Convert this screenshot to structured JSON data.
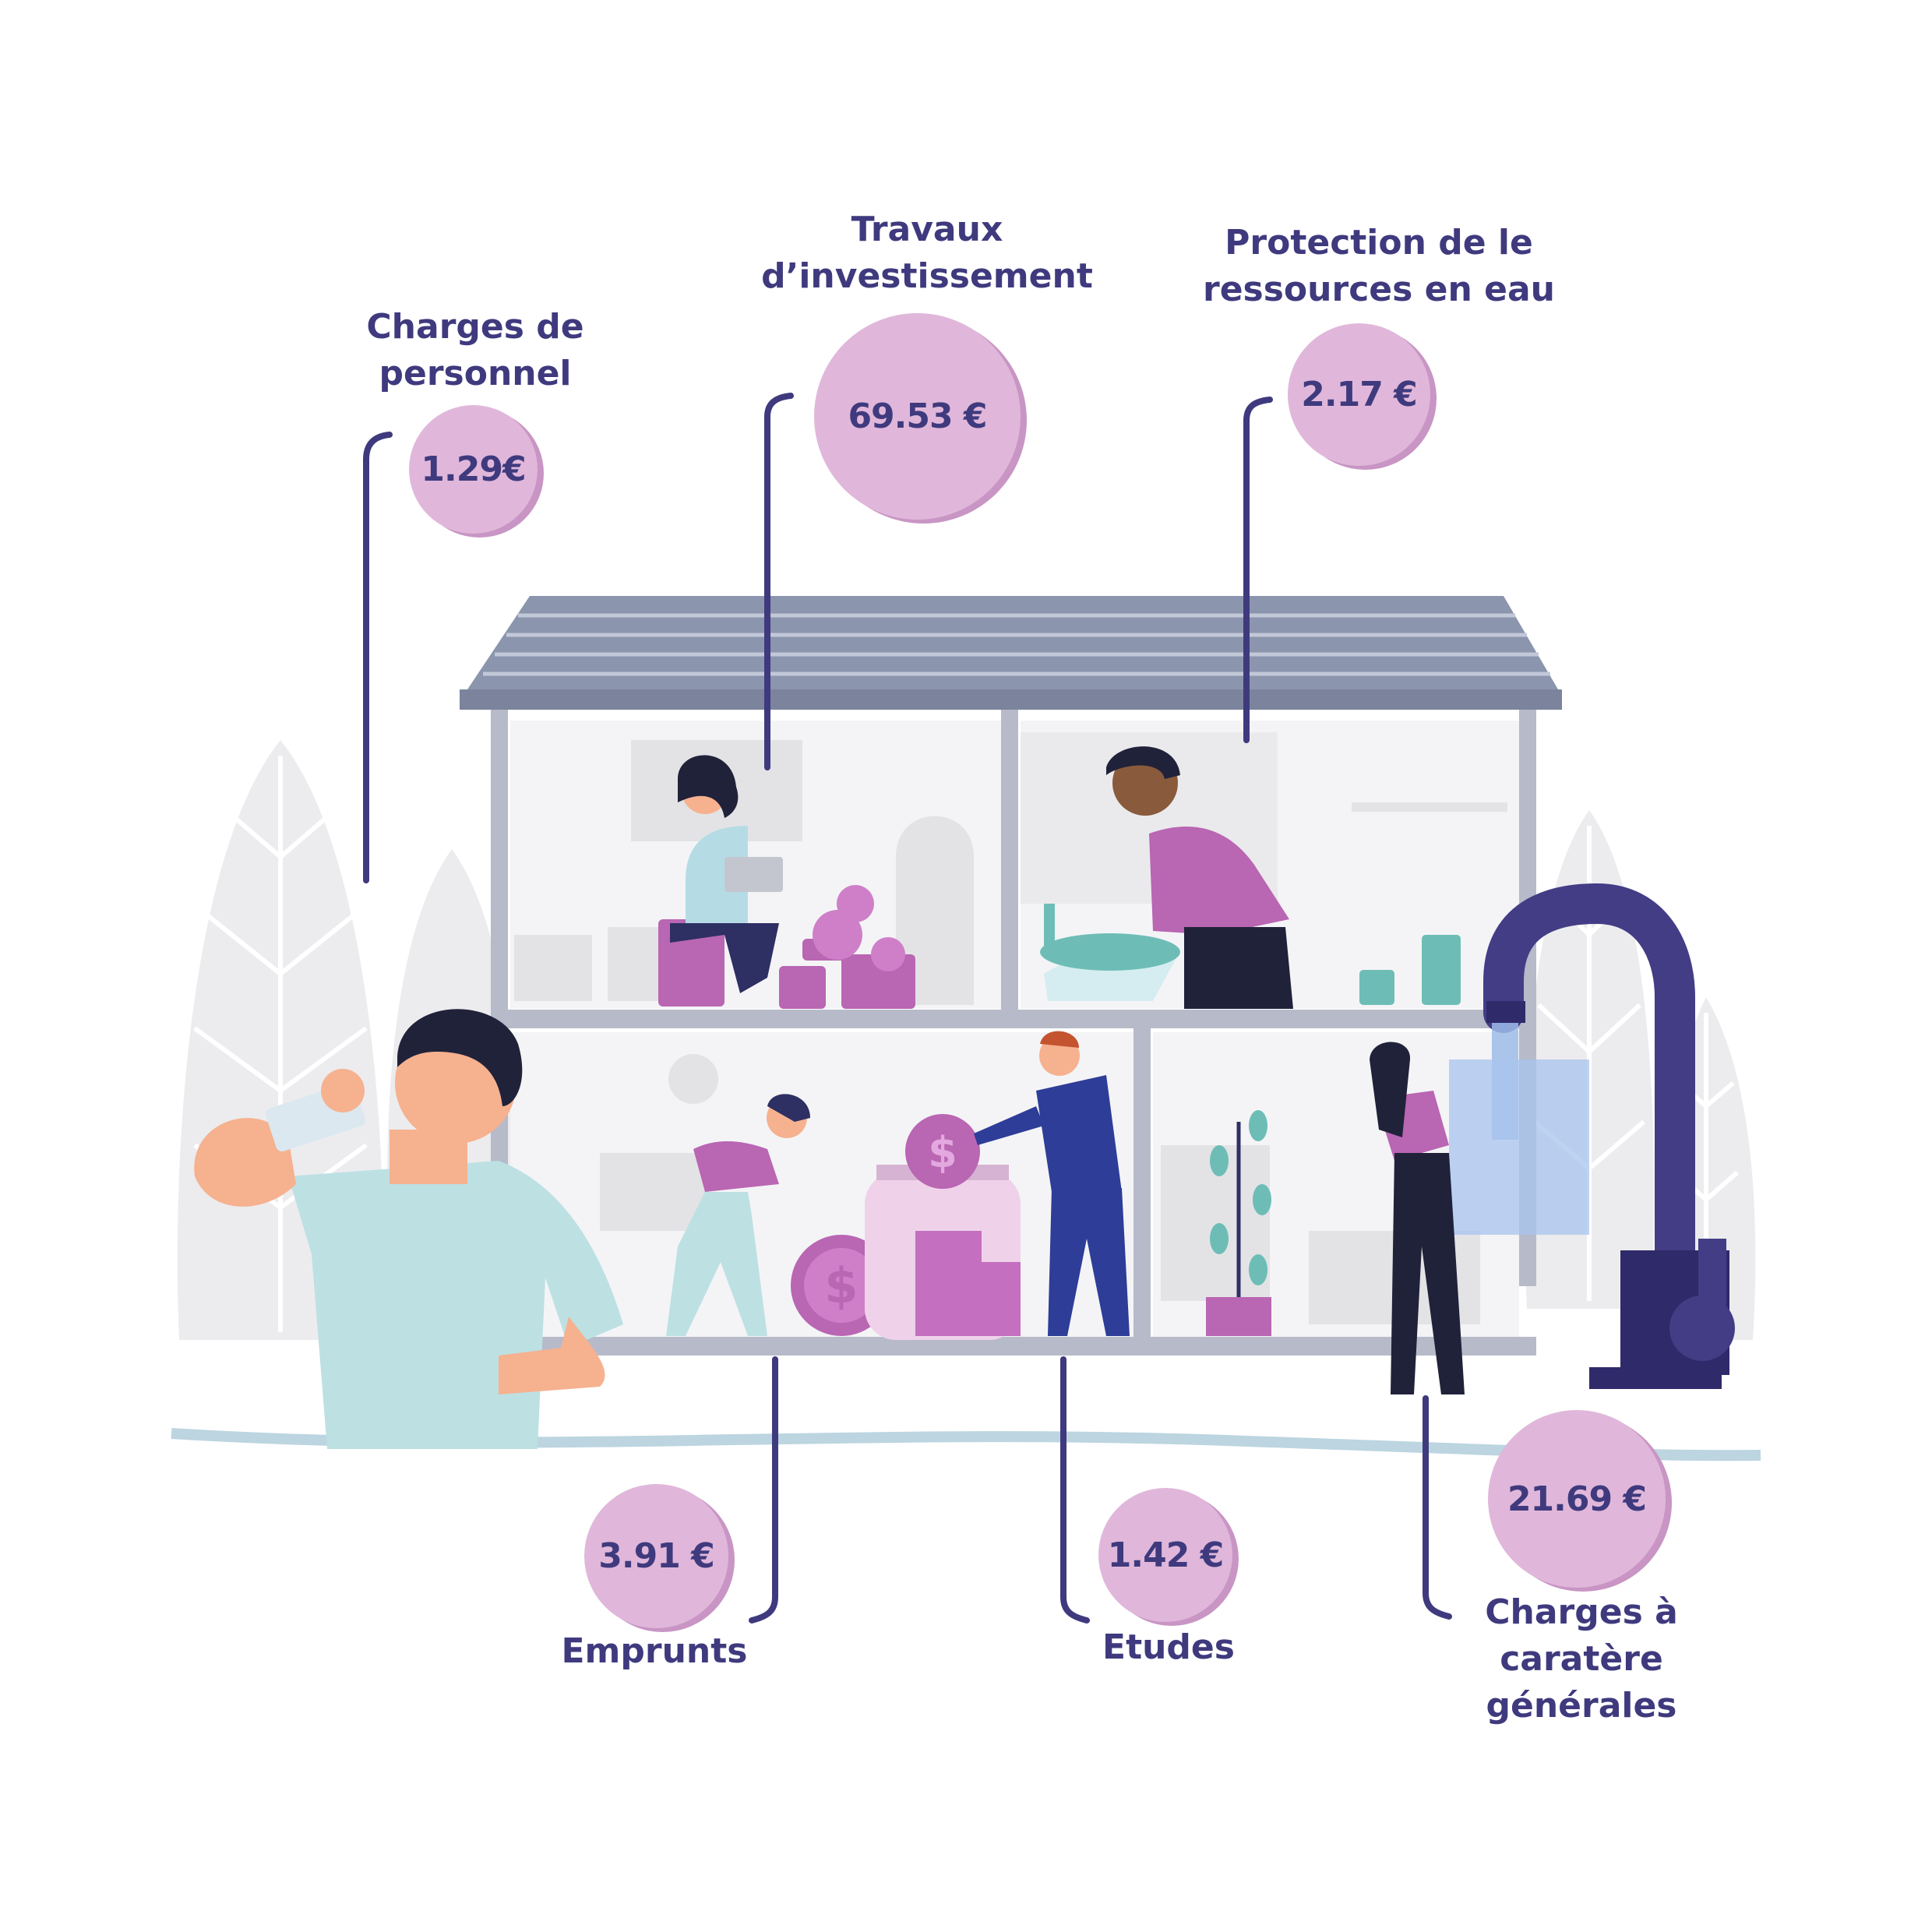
{
  "colors": {
    "navy": "#3f3a7e",
    "coin_fill": "#e0b7da",
    "coin_shadow": "#c895c4",
    "roof": "#8b95ad",
    "wall": "#b6bac9",
    "tree": "#ececee",
    "ground": "#bcd5e0",
    "purple_accent": "#b966b3",
    "shirt_light_blue": "#bde0e3",
    "skin": "#f6b18f",
    "faucet": "#433d86"
  },
  "budget_items": [
    {
      "id": "charges_personnel",
      "label": [
        "Charges de",
        "personnel"
      ],
      "amount": "1.29€"
    },
    {
      "id": "travaux",
      "label": [
        "Travaux",
        "d’investissement"
      ],
      "amount": "69.53 €"
    },
    {
      "id": "protection",
      "label": [
        "Protection de le",
        "ressources en eau"
      ],
      "amount": "2.17 €"
    },
    {
      "id": "emprunts",
      "label": [
        "Emprunts"
      ],
      "amount": "3.91 €"
    },
    {
      "id": "etudes",
      "label": [
        "Etudes"
      ],
      "amount": "1.42 €"
    },
    {
      "id": "charges_generales",
      "label": [
        "Charges à",
        "caratère",
        "générales"
      ],
      "amount": "21.69 €"
    }
  ],
  "icons": [
    "dollar-coin-icon",
    "euro-coin-icon",
    "water-tap-icon",
    "plant-icon"
  ]
}
